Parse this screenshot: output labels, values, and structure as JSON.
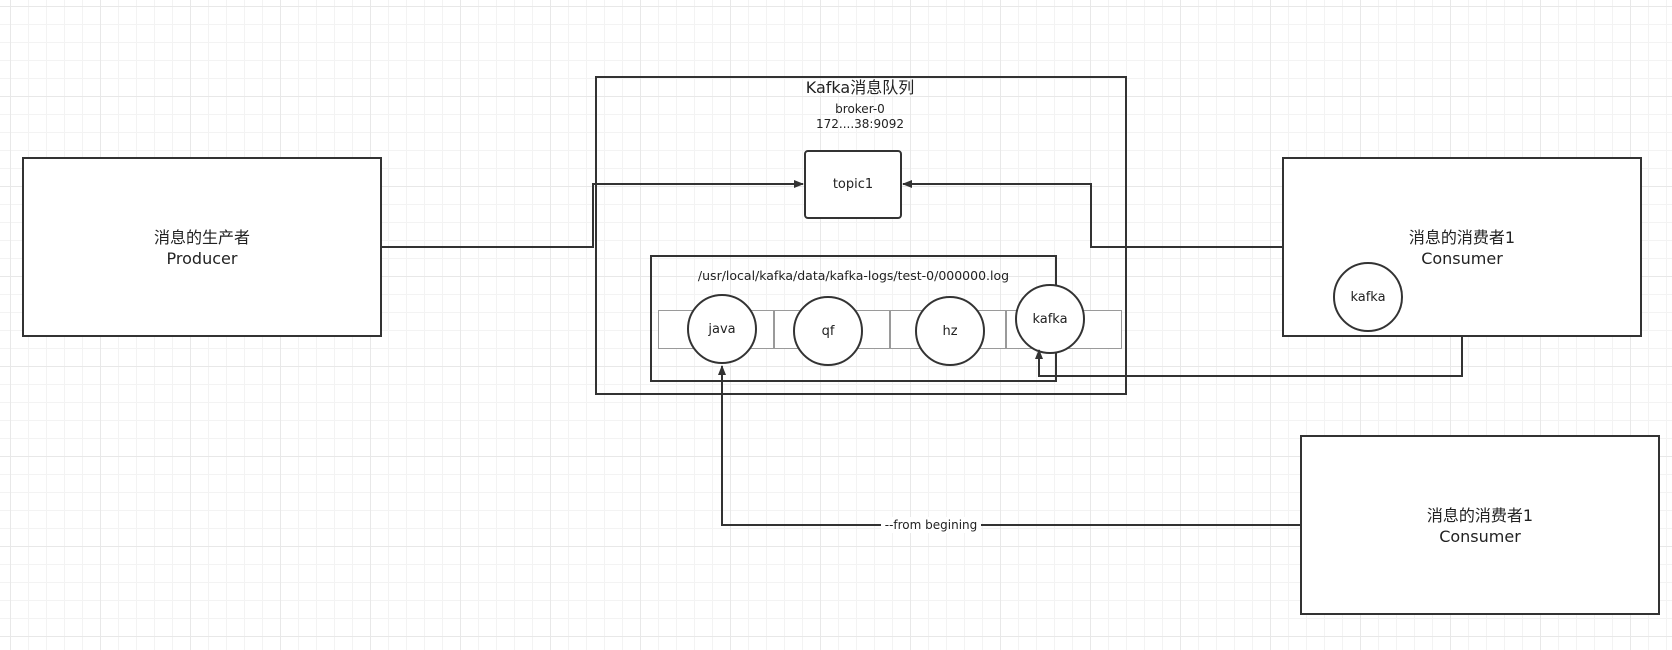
{
  "producer": {
    "line1": "消息的生产者",
    "line2": "Producer"
  },
  "kafka_queue": {
    "title": "Kafka消息队列",
    "broker_name": "broker-0",
    "broker_address": "172....38:9092",
    "topic": "topic1",
    "log_path": "/usr/local/kafka/data/kafka-logs/test-0/000000.log",
    "messages": [
      "java",
      "qf",
      "hz",
      "kafka"
    ]
  },
  "consumer_top": {
    "line1": "消息的消费者1",
    "line2": "Consumer",
    "inner_message": "kafka"
  },
  "consumer_bottom": {
    "line1": "消息的消费者1",
    "line2": "Consumer"
  },
  "edge_label": "--from begining"
}
